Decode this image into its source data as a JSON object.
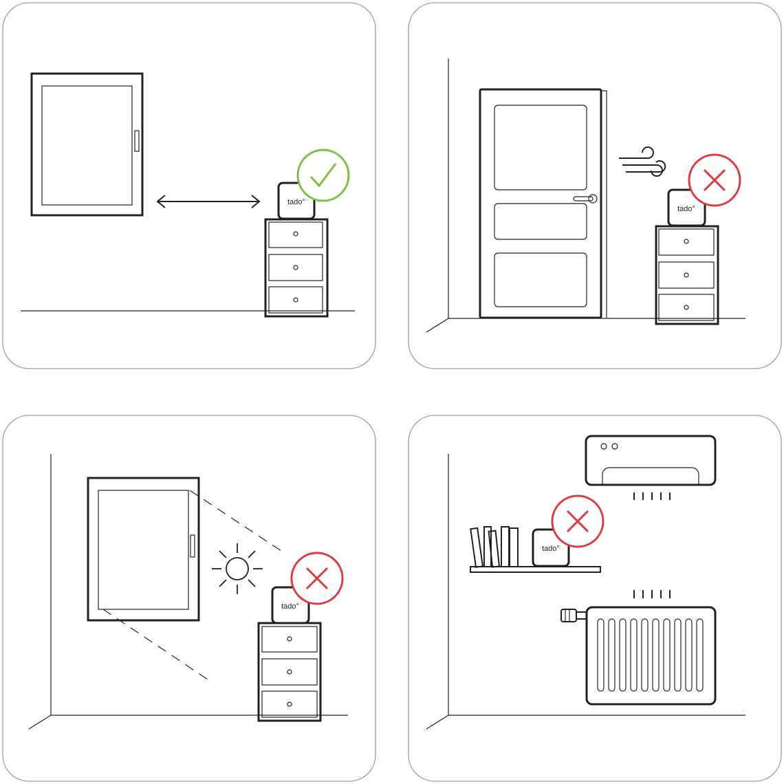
{
  "device_label": "tado°",
  "colors": {
    "ok": "#7ac143",
    "bad": "#e03a3e",
    "line": "#231f20"
  },
  "panels": [
    {
      "scene": "window-distance",
      "status": "correct",
      "icon": "check-icon"
    },
    {
      "scene": "door-draught",
      "status": "wrong",
      "icon": "x-icon"
    },
    {
      "scene": "direct-sunlight",
      "status": "wrong",
      "icon": "x-icon"
    },
    {
      "scene": "shelf-near-ac-and-radiator",
      "status": "wrong",
      "icon": "x-icon"
    }
  ]
}
